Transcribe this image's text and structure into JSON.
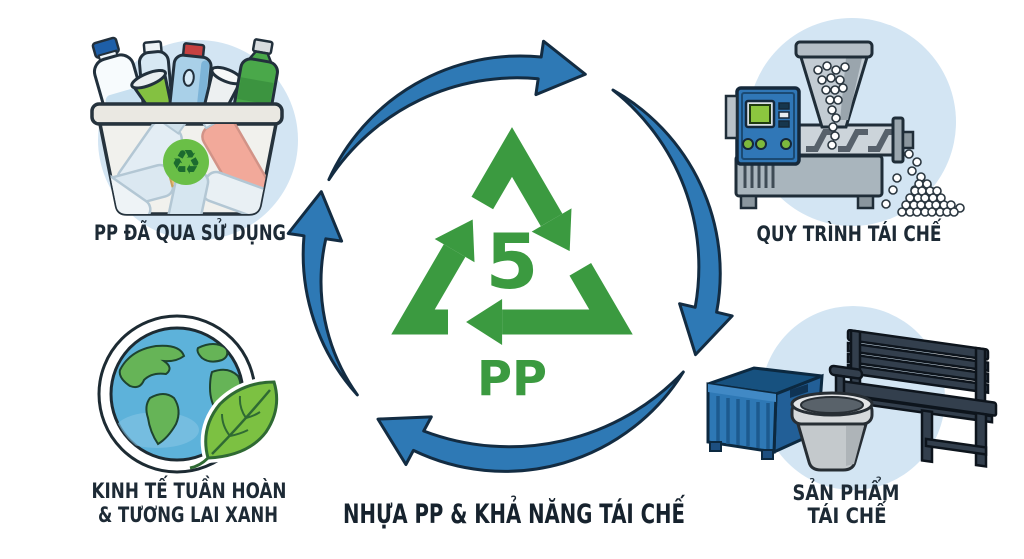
{
  "diagram": {
    "background_color": "#ffffff",
    "caption": "NHỰA PP & KHẢ NĂNG TÁI CHẾ",
    "center_symbol": {
      "recycling_code": "5",
      "material_abbr": "PP",
      "icon": "resin-code-5-pp-triangle-icon",
      "color": "#3b9a40"
    },
    "cycle": {
      "direction": "clockwise",
      "arrow_count": 4,
      "arrow_color": "#2e79b5",
      "arrow_outline": "#132c42"
    },
    "nodes": [
      {
        "id": "used-pp",
        "position": "top-left",
        "icon": "basket-of-used-pp-bottles-icon",
        "badge_glyph": "♻",
        "label_lines": [
          "PP ĐÃ QUA SỬ DỤNG"
        ]
      },
      {
        "id": "recycling-process",
        "position": "top-right",
        "icon": "plastic-extruder-machine-icon",
        "label_lines": [
          "QUY TRÌNH TÁI CHẾ"
        ]
      },
      {
        "id": "recycled-products",
        "position": "bottom-right",
        "icon": "crate-pot-bench-products-icon",
        "label_lines": [
          "SẢN PHẨM",
          "TÁI CHẾ"
        ]
      },
      {
        "id": "circular-economy",
        "position": "bottom-left",
        "icon": "earth-globe-with-leaf-icon",
        "label_lines": [
          "KINH TẾ TUẦN HOÀN",
          "& TƯƠNG LAI XANH"
        ]
      }
    ],
    "colors": {
      "label_text": "#1d2a35",
      "node_circle_bg": "#d3e5f3",
      "badge_green": "#6abf47",
      "machine_blue": "#3077b7",
      "machine_gray": "#aab6be",
      "crate_blue": "#2e78b5",
      "bench_dark": "#333f4d",
      "pot_gray": "#c4c9cc",
      "globe_ocean": "#5db2da",
      "globe_land": "#66b457",
      "leaf_green": "#7cc142",
      "basket_body": "#f1f1ed"
    }
  }
}
